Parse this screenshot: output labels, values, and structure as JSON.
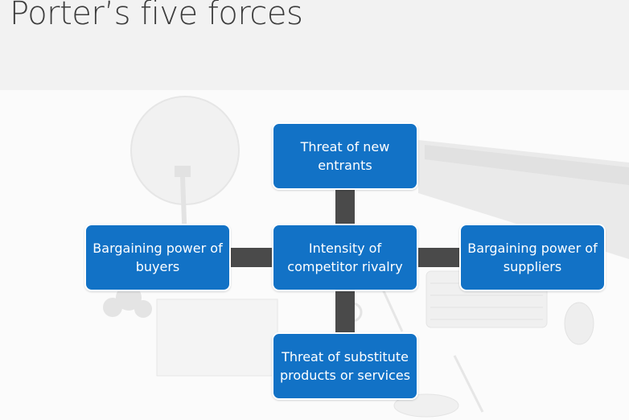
{
  "slide": {
    "title": "Porter’s five forces"
  },
  "diagram": {
    "center": "Intensity of competitor rivalry",
    "top": "Threat of new entrants",
    "left": "Bargaining power of buyers",
    "right": "Bargaining power of suppliers",
    "bottom": "Threat of substitute products or services"
  },
  "colors": {
    "box_fill": "#1272c6",
    "box_text": "#ffffff",
    "connector": "#4a4a4a",
    "header_band": "#f2f2f2",
    "title_text": "#3c3c3c"
  }
}
